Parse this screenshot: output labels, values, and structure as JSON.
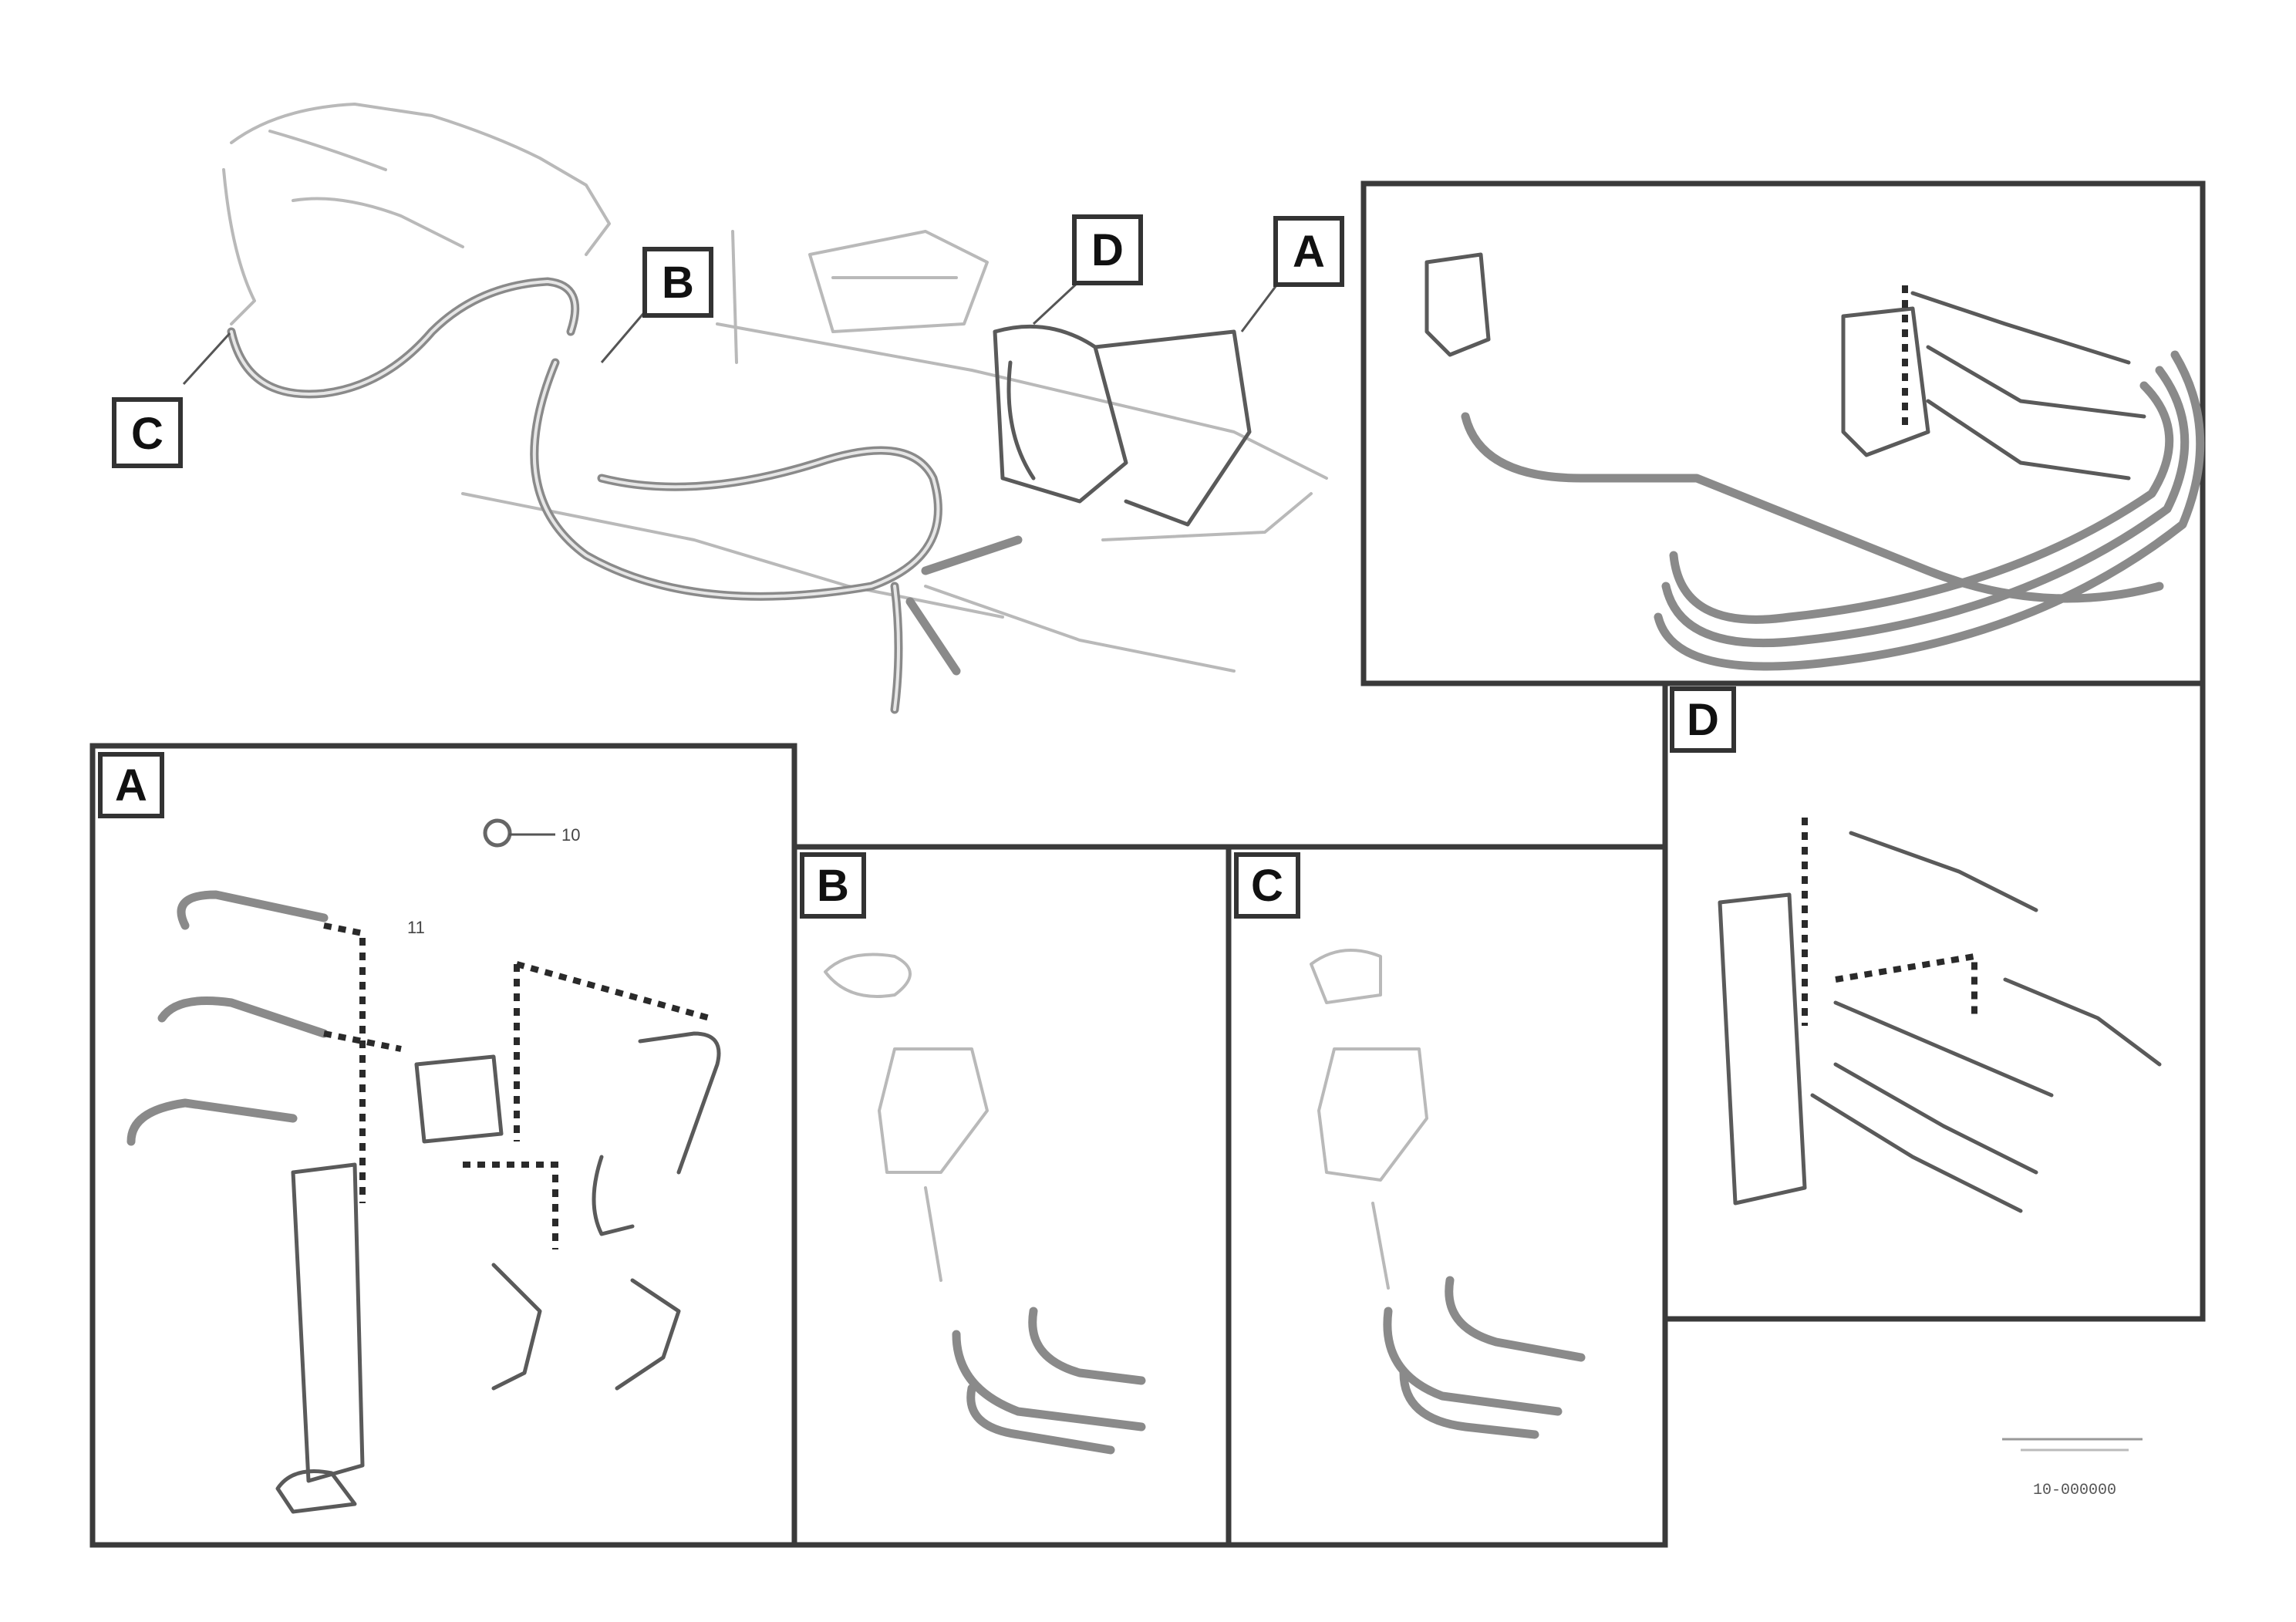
{
  "views": {
    "main": {
      "labels": {
        "c": "C",
        "b": "B",
        "d": "D",
        "a": "A"
      }
    },
    "detail_a": {
      "label": "A"
    },
    "detail_b": {
      "label": "B"
    },
    "detail_c": {
      "label": "C"
    },
    "detail_d": {
      "label": "D"
    }
  },
  "callouts": {
    "a_ten": "10",
    "a_eleven": "11"
  },
  "reference_code": "10-000000"
}
